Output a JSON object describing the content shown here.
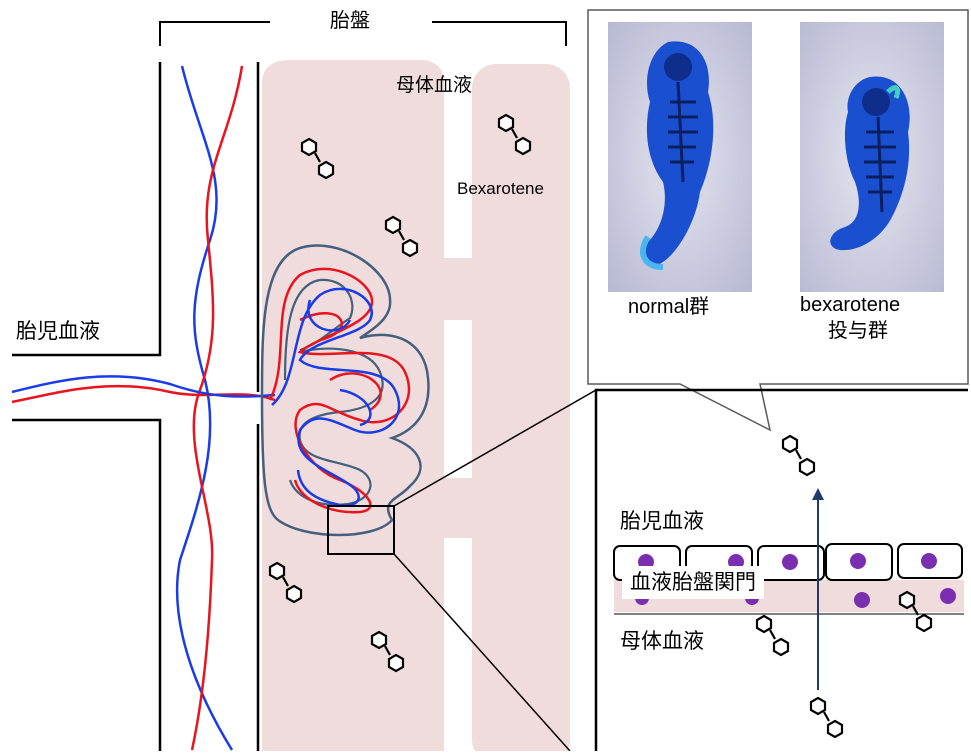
{
  "labels": {
    "placenta": "胎盤",
    "maternal_blood_top": "母体血液",
    "bexarotene": "Bexarotene",
    "fetal_blood_left": "胎児血液",
    "fetal_blood_zoom": "胎児血液",
    "barrier": "血液胎盤関門",
    "maternal_blood_zoom": "母体血液"
  },
  "callout": {
    "normal_label": "normal群",
    "bexarotene_label_line1": "bexarotene",
    "bexarotene_label_line2": "投与群"
  },
  "colors": {
    "maternal_pool": "#f0dcdc",
    "fetal_artery": "#e8141e",
    "fetal_vein": "#1a3ce6",
    "villus_outline": "#44607e",
    "cell_nucleus": "#7a2fb0",
    "arrow": "#1f3a6b",
    "photo_bg": "#c9cbe0",
    "skeleton_stain": "#1a4fcf"
  }
}
